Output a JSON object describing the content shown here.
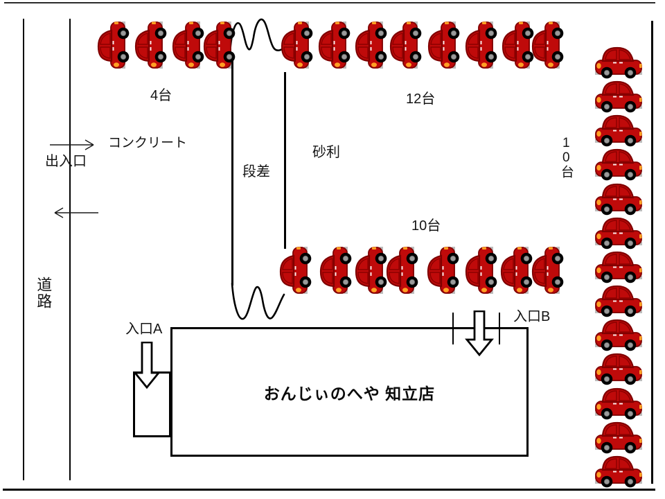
{
  "diagram": {
    "title": "parking-lot-map",
    "store_name": "おんじぃのへや 知立店",
    "labels": {
      "concrete": "コンクリート",
      "gate": "出入口",
      "road": "道路",
      "gravel": "砂利",
      "step": "段差",
      "entrance_a": "入口A",
      "entrance_b": "入口B"
    }
  },
  "parking": {
    "groups": [
      {
        "id": "top-left",
        "label": "4台",
        "capacity": 4,
        "visible_cars": 4,
        "orientation": "vertical"
      },
      {
        "id": "top-right",
        "label": "12台",
        "capacity": 12,
        "visible_cars": 8,
        "orientation": "vertical"
      },
      {
        "id": "middle",
        "label": "10台",
        "capacity": 10,
        "visible_cars": 8,
        "orientation": "vertical"
      },
      {
        "id": "right-column",
        "label": "10台",
        "capacity": 10,
        "visible_cars": 13,
        "orientation": "horizontal"
      }
    ]
  },
  "colors": {
    "car_body": "#bf0a0a",
    "car_outline": "#7f0000",
    "wheel": "#000000",
    "wheel_hub": "#9a9a9a",
    "ground_strip": "#bdbdbd",
    "light": "#ffa024",
    "line_color": "#000000",
    "background": "#ffffff"
  }
}
